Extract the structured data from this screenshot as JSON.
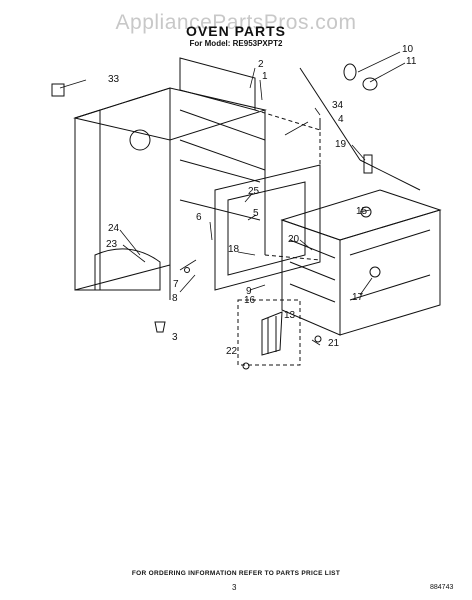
{
  "watermark": "AppliancePartsPros.com",
  "title": "OVEN PARTS",
  "model_line": "For Model: RE953PXPT2",
  "footer_note": "FOR ORDERING INFORMATION REFER TO PARTS PRICE LIST",
  "page_number": "3",
  "reference_number": "884743",
  "callouts": [
    "1",
    "2",
    "3",
    "4",
    "5",
    "6",
    "7",
    "8",
    "9",
    "10",
    "11",
    "13",
    "15",
    "16",
    "17",
    "18",
    "19",
    "20",
    "21",
    "22",
    "23",
    "24",
    "25",
    "33",
    "34"
  ],
  "colors": {
    "ink": "#111111",
    "watermark": "#c8c8c8",
    "paper": "#ffffff"
  }
}
